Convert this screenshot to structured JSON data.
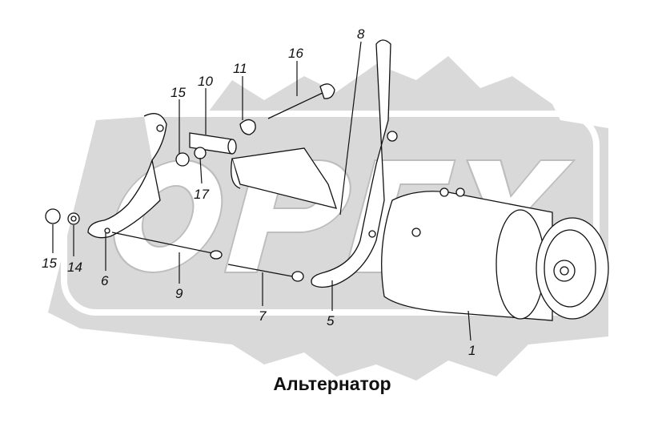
{
  "title": "Альтернатор",
  "watermark": {
    "logo_text": "OPEX",
    "color": "#d9d9d9"
  },
  "callouts": [
    {
      "id": "c8",
      "text": "8"
    },
    {
      "id": "c16",
      "text": "16"
    },
    {
      "id": "c11",
      "text": "11"
    },
    {
      "id": "c10",
      "text": "10"
    },
    {
      "id": "c15a",
      "text": "15"
    },
    {
      "id": "c17",
      "text": "17"
    },
    {
      "id": "c15b",
      "text": "15"
    },
    {
      "id": "c14",
      "text": "14"
    },
    {
      "id": "c6",
      "text": "6"
    },
    {
      "id": "c9",
      "text": "9"
    },
    {
      "id": "c7",
      "text": "7"
    },
    {
      "id": "c5",
      "text": "5"
    },
    {
      "id": "c1",
      "text": "1"
    }
  ]
}
